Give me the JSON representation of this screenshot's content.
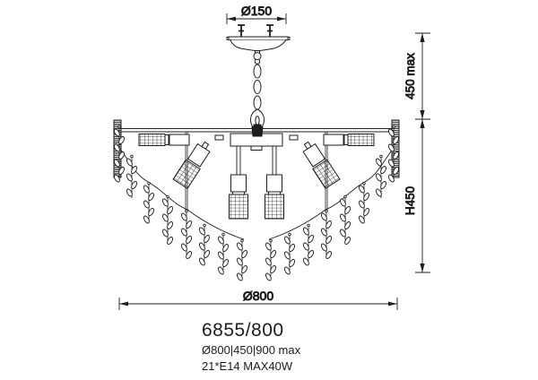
{
  "drawing": {
    "dim_canopy_diameter": "Ø150",
    "dim_drop_max": "450 max",
    "dim_body_height": "H450",
    "dim_body_diameter": "Ø800"
  },
  "caption": {
    "model": "6855/800",
    "dimensions_summary": "Ø800|450|900 max",
    "sockets": "21*E14 MAX40W"
  },
  "colors": {
    "line": "#1d1d1d",
    "background": "#ffffff"
  }
}
